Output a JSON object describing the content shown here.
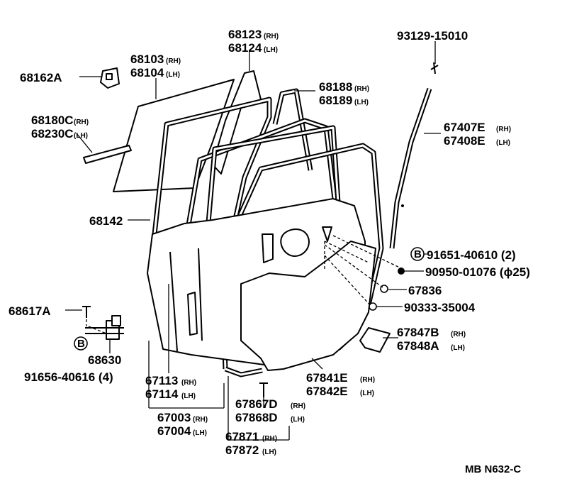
{
  "diagram": {
    "code": "MB N632-C",
    "labels": {
      "p68123": {
        "main": "68123",
        "sfx": "(RH)"
      },
      "p68124": {
        "main": "68124",
        "sfx": "(LH)"
      },
      "p68103": {
        "main": "68103",
        "sfx": "(RH)"
      },
      "p68104": {
        "main": "68104",
        "sfx": "(LH)"
      },
      "p68162A": {
        "main": "68162A",
        "sfx": ""
      },
      "p68188": {
        "main": "68188",
        "sfx": "(RH)"
      },
      "p68189": {
        "main": "68189",
        "sfx": "(LH)"
      },
      "p93129": {
        "main": "93129-15010",
        "sfx": ""
      },
      "p68180C": {
        "main": "68180C",
        "sfx": "(RH)"
      },
      "p68230C": {
        "main": "68230C",
        "sfx": "(LH)"
      },
      "p67407E": {
        "main": "67407E",
        "sfx": "(RH)"
      },
      "p67408E": {
        "main": "67408E",
        "sfx": "(LH)"
      },
      "p68142": {
        "main": "68142",
        "sfx": ""
      },
      "p91651": {
        "main": "91651-40610 (2)",
        "sfx": ""
      },
      "p90950": {
        "main": "90950-01076 (ϕ25)",
        "sfx": ""
      },
      "p67836": {
        "main": "67836",
        "sfx": ""
      },
      "p90333": {
        "main": "90333-35004",
        "sfx": ""
      },
      "p68617A": {
        "main": "68617A",
        "sfx": ""
      },
      "p67847B": {
        "main": "67847B",
        "sfx": "(RH)"
      },
      "p67848A": {
        "main": "67848A",
        "sfx": "(LH)"
      },
      "p68630": {
        "main": "68630",
        "sfx": ""
      },
      "p91656": {
        "main": "91656-40616 (4)",
        "sfx": ""
      },
      "p67113": {
        "main": "67113",
        "sfx": "(RH)"
      },
      "p67114": {
        "main": "67114",
        "sfx": "(LH)"
      },
      "p67841E": {
        "main": "67841E",
        "sfx": "(RH)"
      },
      "p67842E": {
        "main": "67842E",
        "sfx": "(LH)"
      },
      "p67867D": {
        "main": "67867D",
        "sfx": "(RH)"
      },
      "p67868D": {
        "main": "67868D",
        "sfx": "(LH)"
      },
      "p67003": {
        "main": "67003",
        "sfx": "(RH)"
      },
      "p67004": {
        "main": "67004",
        "sfx": "(LH)"
      },
      "p67871": {
        "main": "67871",
        "sfx": "(RH)"
      },
      "p67872": {
        "main": "67872",
        "sfx": "(LH)"
      }
    },
    "callout_letter": "B"
  }
}
